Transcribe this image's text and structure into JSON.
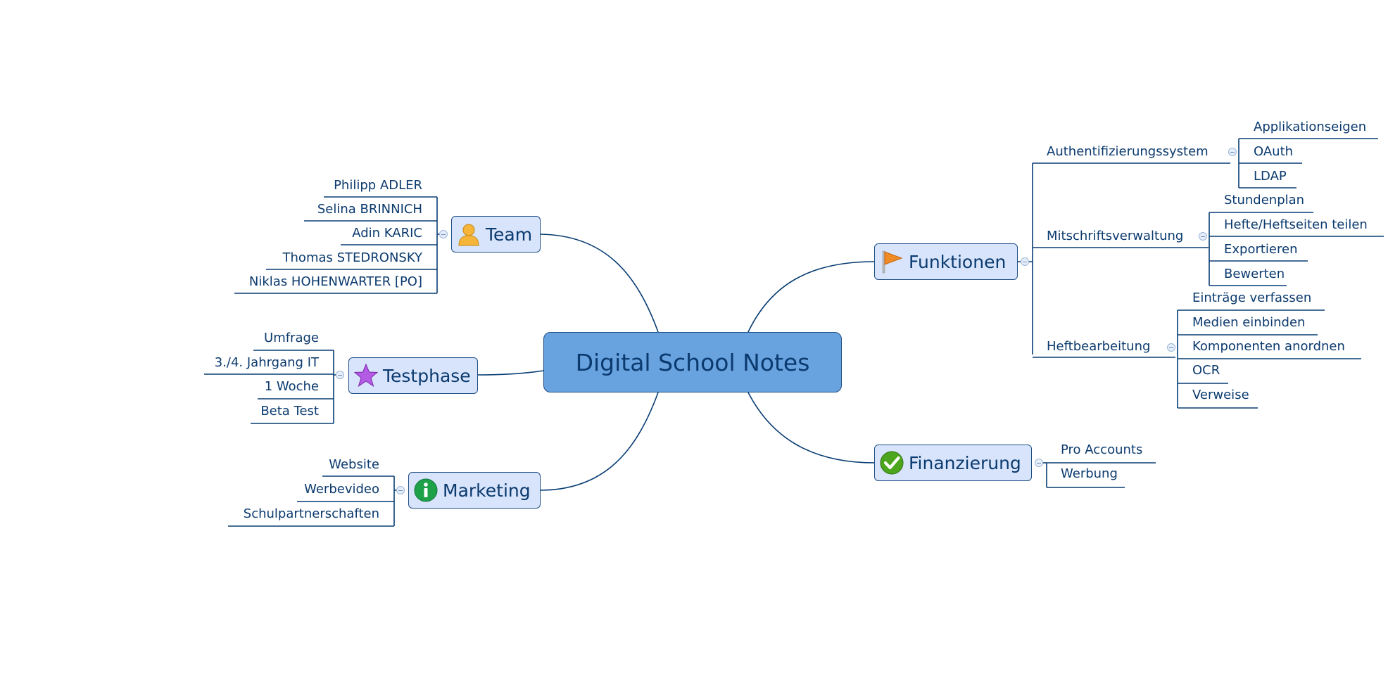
{
  "central": {
    "label": "Digital School Notes"
  },
  "branches": {
    "team": {
      "label": "Team",
      "icon": "person-icon",
      "items": [
        "Philipp ADLER",
        "Selina BRINNICH",
        "Adin KARIC",
        "Thomas STEDRONSKY",
        "Niklas HOHENWARTER [PO]"
      ]
    },
    "testphase": {
      "label": "Testphase",
      "icon": "star-icon",
      "items": [
        "Umfrage",
        "3./4. Jahrgang IT",
        "1 Woche",
        "Beta Test"
      ]
    },
    "marketing": {
      "label": "Marketing",
      "icon": "info-icon",
      "items": [
        "Website",
        "Werbevideo",
        "Schulpartnerschaften"
      ]
    },
    "funktionen": {
      "label": "Funktionen",
      "icon": "flag-icon",
      "subs": [
        {
          "label": "Authentifizierungssystem",
          "items": [
            "Applikationseigen",
            "OAuth",
            "LDAP"
          ]
        },
        {
          "label": "Mitschriftsverwaltung",
          "items": [
            "Stundenplan",
            "Hefte/Heftseiten teilen",
            "Exportieren",
            "Bewerten"
          ]
        },
        {
          "label": "Heftbearbeitung",
          "items": [
            "Einträge verfassen",
            "Medien einbinden",
            "Komponenten anordnen",
            "OCR",
            "Verweise"
          ]
        }
      ]
    },
    "finanzierung": {
      "label": "Finanzierung",
      "icon": "checkmark-icon",
      "items": [
        "Pro Accounts",
        "Werbung"
      ]
    }
  },
  "colors": {
    "central_fill": "#68a3e0",
    "node_fill": "#d7e4fb",
    "line": "#083d73",
    "text": "#0b3a6e"
  }
}
